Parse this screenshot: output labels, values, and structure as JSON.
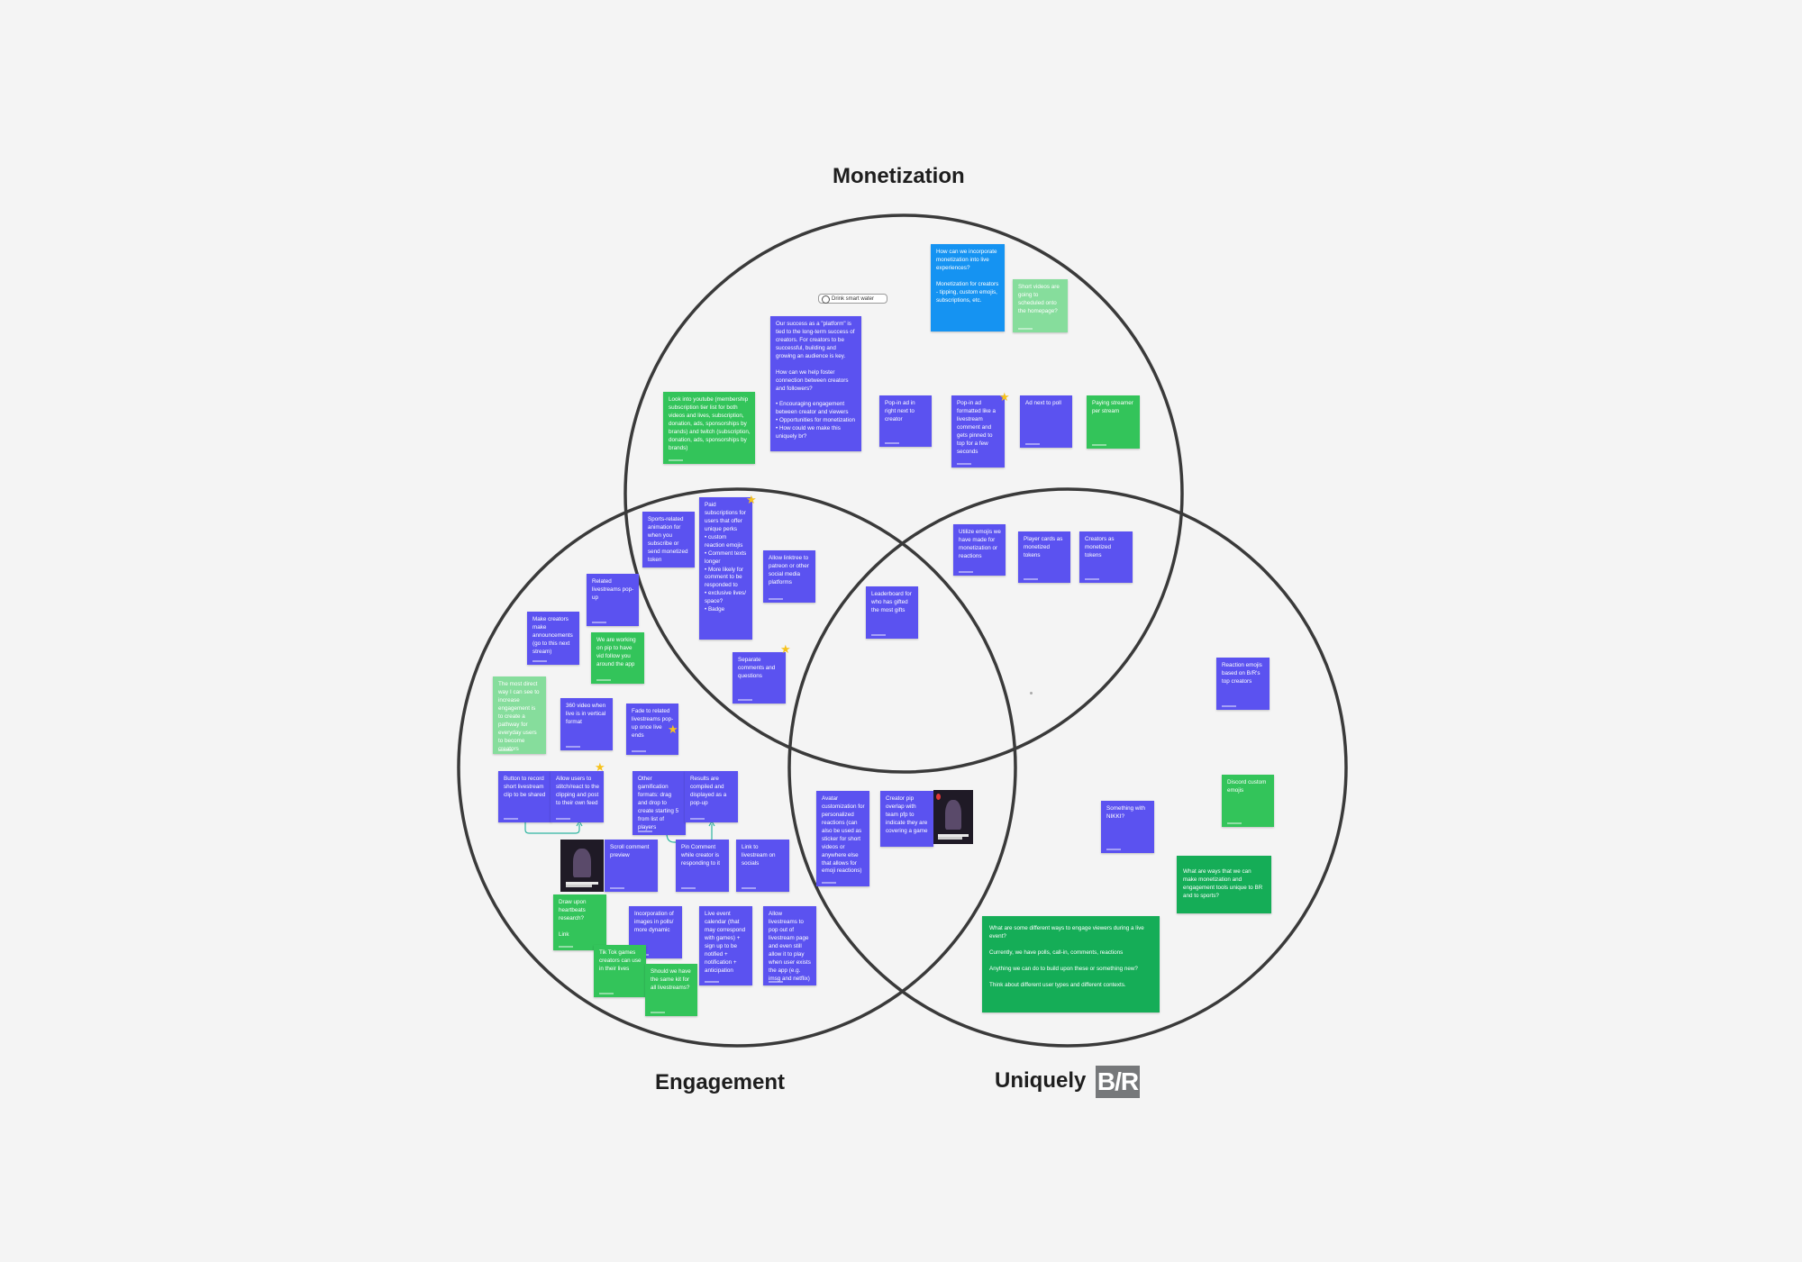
{
  "circle_labels": {
    "monetization": "Monetization",
    "engagement": "Engagement",
    "uniquely": "Uniquely",
    "brand_logo": "B/R"
  },
  "todo_pill": {
    "text": "Drink smart water"
  },
  "colors": {
    "purple": "#5b52f0",
    "green": "#33c45a",
    "light_green": "#86dd9c",
    "blue": "#1593f2",
    "dark_green": "#15ad57",
    "circle_stroke": "#3a3a3a",
    "background": "#f4f4f4"
  },
  "stickies": [
    {
      "id": "s-monetization-question",
      "color": "blue",
      "text": "How can we incorporate monetization into live experiences?\n\nMonetization for creators - tipping, custom emojis, subscriptions, etc."
    },
    {
      "id": "s-short-videos",
      "color": "lightgreen",
      "text": "Short videos are going to scheduled onto the homepage?"
    },
    {
      "id": "s-platform-success",
      "color": "purple",
      "text": "Our success as a \"platform\" is tied to the long-term success of creators. For creators to be successful, building and growing an audience is key.\n\nHow can we help foster connection between creators and followers?\n\n• Encouraging engagement between creator and viewers\n• Opportunities for monetization\n• How could we make this uniquely br?"
    },
    {
      "id": "s-youtube-membership",
      "color": "green",
      "text": "Look into youtube (membership subscription tier list for both videos and lives, subscription, donation, ads, sponsorships by brands) and twitch (subscription, donation, ads, sponsorships by brands)"
    },
    {
      "id": "s-popin-ad-right",
      "color": "purple",
      "text": "Pop-in ad in right next to creator"
    },
    {
      "id": "s-popin-ad-comment",
      "color": "purple",
      "text": "Pop-in ad formatted like a livestream comment and gets pinned to top for a few seconds"
    },
    {
      "id": "s-ad-next-to-poll",
      "color": "purple",
      "text": "Ad next to poll"
    },
    {
      "id": "s-paying-streamer",
      "color": "green",
      "text": "Paying streamer per stream"
    },
    {
      "id": "s-sports-animation",
      "color": "purple",
      "text": "Sports-related animation for when you subscribe or send monetized token"
    },
    {
      "id": "s-paid-subscriptions",
      "color": "purple",
      "text": "Paid subscriptions for users that offer unique perks\n• custom reaction emojis\n• Comment texts longer\n• More likely for comment to be responded to\n• exclusive lives/ space?\n• Badge"
    },
    {
      "id": "s-allow-linktree",
      "color": "purple",
      "text": "Allow linktree to patreon or other social media platforms"
    },
    {
      "id": "s-utilize-emojis",
      "color": "purple",
      "text": "Utilize emojis we have made for monetization or reactions"
    },
    {
      "id": "s-player-cards",
      "color": "purple",
      "text": "Player cards as monetized tokens"
    },
    {
      "id": "s-creators-tokens",
      "color": "purple",
      "text": "Creators as monetized tokens"
    },
    {
      "id": "s-leaderboard",
      "color": "purple",
      "text": "Leaderboard for who has gifted the most gifts"
    },
    {
      "id": "s-related-livestreams",
      "color": "purple",
      "text": "Related livestreams pop-up"
    },
    {
      "id": "s-make-announcements",
      "color": "purple",
      "text": "Make creators make announcements (go to this next stream)"
    },
    {
      "id": "s-pip-working",
      "color": "green",
      "text": "We are working on pip to have vid follow you around the app"
    },
    {
      "id": "s-separate-comments",
      "color": "purple",
      "text": "Separate comments and questions"
    },
    {
      "id": "s-most-direct-way",
      "color": "lightgreen",
      "text": "The most direct way I can see to increase engagement is to create a pathway for everyday users to become creators"
    },
    {
      "id": "s-360-video",
      "color": "purple",
      "text": "360 video when live is in vertical format"
    },
    {
      "id": "s-fade-related",
      "color": "purple",
      "text": "Fade to related livestreams pop-up once live ends"
    },
    {
      "id": "s-button-record",
      "color": "purple",
      "text": "Button to record short livestream clip to be shared"
    },
    {
      "id": "s-allow-stitch",
      "color": "purple",
      "text": "Allow users to stitch/react to the clipping and post to their own feed"
    },
    {
      "id": "s-other-gamification",
      "color": "purple",
      "text": "Other gamification formats: drag and drop to create starting 5 from list of players"
    },
    {
      "id": "s-results-compiled",
      "color": "purple",
      "text": "Results are compiled and displayed as a pop-up"
    },
    {
      "id": "s-scroll-comment",
      "color": "purple",
      "text": "Scroll comment preview"
    },
    {
      "id": "s-pin-comment",
      "color": "purple",
      "text": "Pin Comment while creator is responding to it"
    },
    {
      "id": "s-link-livestream",
      "color": "purple",
      "text": "Link to livestream on socials"
    },
    {
      "id": "s-avatar-customization",
      "color": "purple",
      "text": "Avatar customization for personalized reactions (can also be used as sticker for short videos or anywhere else that allows for emoji reactions)"
    },
    {
      "id": "s-creator-pip",
      "color": "purple",
      "text": "Creator pip overlap with team pfp to indicate they are covering a game"
    },
    {
      "id": "s-draw-upon",
      "color": "green",
      "text": "Draw upon heartbeats research?\n\nLink"
    },
    {
      "id": "s-incorporation-images",
      "color": "purple",
      "text": "Incorporation of images in polls/ more dynamic"
    },
    {
      "id": "s-live-event-calendar",
      "color": "purple",
      "text": "Live event calendar (that may correspond with games) + sign up to be notified + notification + anticipation"
    },
    {
      "id": "s-allow-livestreams-popout",
      "color": "purple",
      "text": "Allow livestreams to pop out of livestream page and even still allow it to play when user exists the app (e.g. imsg and netflix)"
    },
    {
      "id": "s-tiktok-games",
      "color": "green",
      "text": "Tik Tok games creators can use in their lives"
    },
    {
      "id": "s-same-kit",
      "color": "green",
      "text": "Should we have the same kit for all livestreams?"
    },
    {
      "id": "s-reaction-emojis-br",
      "color": "purple",
      "text": "Reaction emojis based on B/R's top creators"
    },
    {
      "id": "s-discord-emojis",
      "color": "green",
      "text": "Discord custom emojis"
    },
    {
      "id": "s-something-nikki",
      "color": "purple",
      "text": "Something with NIKKI?"
    },
    {
      "id": "s-br-unique-tools",
      "color": "darkgreen",
      "text": "What are ways that we can make monetization and engagement tools unique to BR and to sports?"
    },
    {
      "id": "s-engage-viewers",
      "color": "darkgreen",
      "text": "What are some different ways to engage viewers during a live event?\n\nCurrently, we have polls, call-in, comments, reactions\n\nAnything we can do to build upon these or something new?\n\nThink about different user types and different contexts."
    }
  ]
}
